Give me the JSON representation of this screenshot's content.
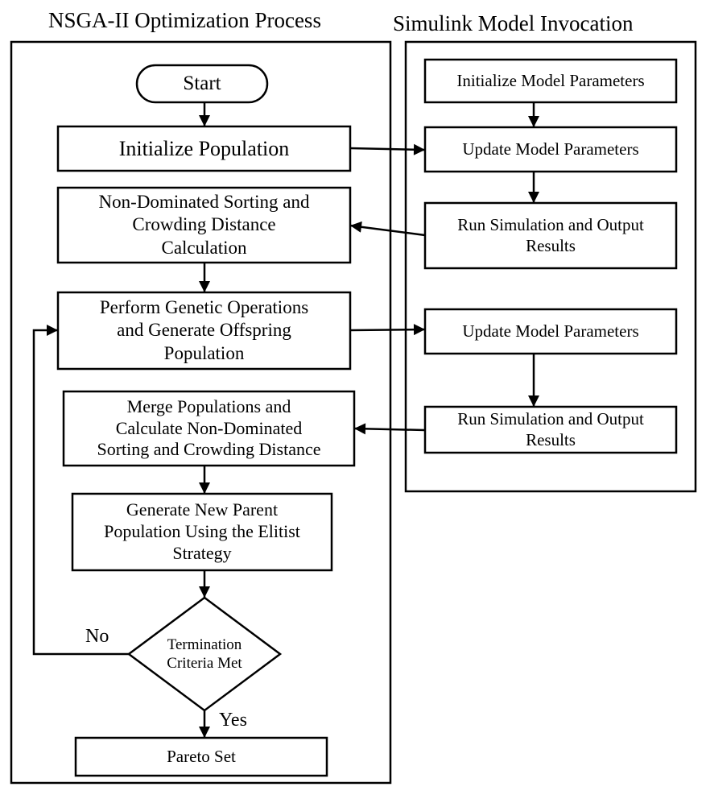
{
  "headers": {
    "left": "NSGA-II Optimization Process",
    "right": "Simulink Model Invocation"
  },
  "left_steps": {
    "start": "Start",
    "init_population": "Initialize Population",
    "nds_crowding": "Non-Dominated Sorting and\nCrowding Distance\nCalculation",
    "genetic_ops": "Perform Genetic Operations\nand Generate Offspring\nPopulation",
    "merge": "Merge Populations and\nCalculate Non-Dominated\nSorting and Crowding Distance",
    "elitist": "Generate New Parent\nPopulation Using the Elitist\nStrategy",
    "termination": "Termination\nCriteria Met",
    "pareto": "Pareto Set"
  },
  "right_steps": {
    "init_model": "Initialize Model Parameters",
    "update_1": "Update Model Parameters",
    "run_1": "Run Simulation and Output\nResults",
    "update_2": "Update Model Parameters",
    "run_2": "Run Simulation and Output\nResults"
  },
  "branch_labels": {
    "no": "No",
    "yes": "Yes"
  }
}
